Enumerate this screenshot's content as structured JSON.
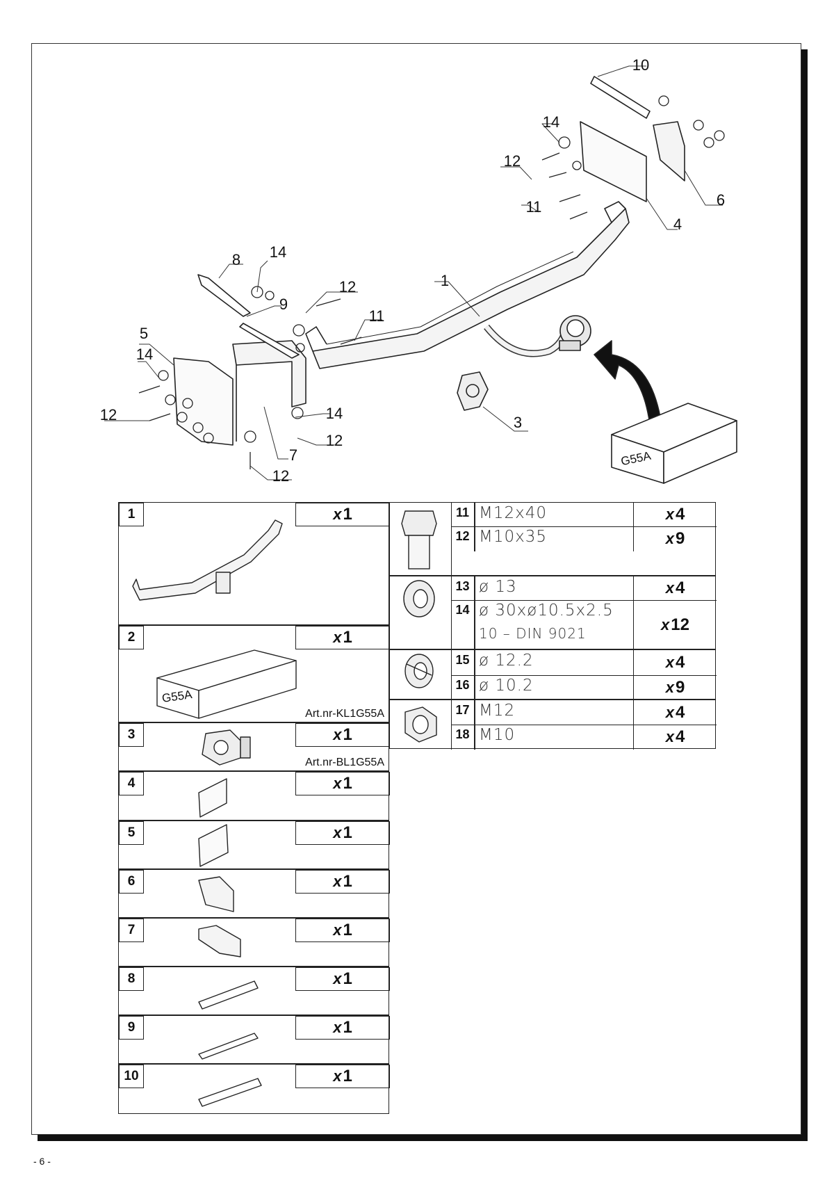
{
  "assembly": {
    "callouts": [
      "1",
      "3",
      "4",
      "5",
      "6",
      "7",
      "8",
      "9",
      "10",
      "11",
      "11",
      "12",
      "12",
      "12",
      "12",
      "12",
      "14",
      "14",
      "14",
      "14"
    ],
    "box_label": "G55A"
  },
  "parts": [
    {
      "num": "1",
      "qty_x": "x",
      "qty_n": "1"
    },
    {
      "num": "2",
      "qty_x": "x",
      "qty_n": "1",
      "box_label": "G55A",
      "art": "Art.nr-KL1G55A"
    },
    {
      "num": "3",
      "qty_x": "x",
      "qty_n": "1",
      "art": "Art.nr-BL1G55A"
    },
    {
      "num": "4",
      "qty_x": "x",
      "qty_n": "1"
    },
    {
      "num": "5",
      "qty_x": "x",
      "qty_n": "1"
    },
    {
      "num": "6",
      "qty_x": "x",
      "qty_n": "1"
    },
    {
      "num": "7",
      "qty_x": "x",
      "qty_n": "1"
    },
    {
      "num": "8",
      "qty_x": "x",
      "qty_n": "1"
    },
    {
      "num": "9",
      "qty_x": "x",
      "qty_n": "1"
    },
    {
      "num": "10",
      "qty_x": "x",
      "qty_n": "1"
    }
  ],
  "hardware": [
    {
      "num": "11",
      "spec": "M12x40",
      "qty_x": "x",
      "qty_n": "4"
    },
    {
      "num": "12",
      "spec": "M10x35",
      "qty_x": "x",
      "qty_n": "9"
    },
    {
      "num": "13",
      "spec": "ø 13",
      "qty_x": "x",
      "qty_n": "4"
    },
    {
      "num": "14",
      "spec": "ø 30xø10.5x2.5",
      "spec2": "10 – DIN 9021",
      "qty_x": "x",
      "qty_n": "12"
    },
    {
      "num": "15",
      "spec": "ø 12.2",
      "qty_x": "x",
      "qty_n": "4"
    },
    {
      "num": "16",
      "spec": "ø 10.2",
      "qty_x": "x",
      "qty_n": "9"
    },
    {
      "num": "17",
      "spec": "M12",
      "qty_x": "x",
      "qty_n": "4"
    },
    {
      "num": "18",
      "spec": "M10",
      "qty_x": "x",
      "qty_n": "4"
    }
  ],
  "page_number": "- 6 -"
}
